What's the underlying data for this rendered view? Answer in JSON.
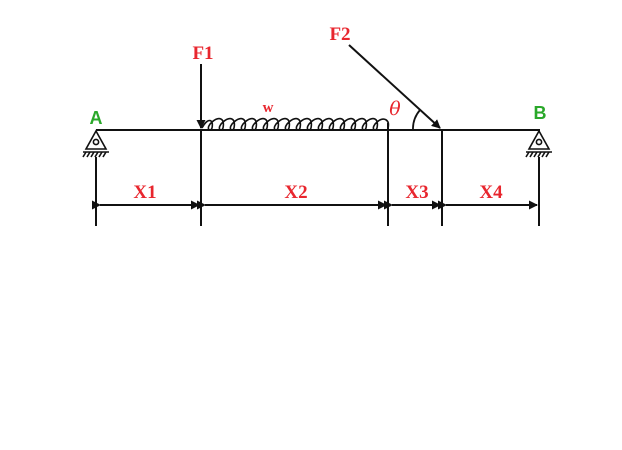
{
  "points": {
    "left": "A",
    "right": "B"
  },
  "loads": {
    "point_force_1": "F1",
    "point_force_2": "F2",
    "distributed": "w",
    "angle": "θ"
  },
  "dimensions": {
    "d1": "X1",
    "d2": "X2",
    "d3": "X3",
    "d4": "X4"
  },
  "colors": {
    "label_red": "#e8262e",
    "label_green": "#2aa82a",
    "line": "#111111"
  }
}
